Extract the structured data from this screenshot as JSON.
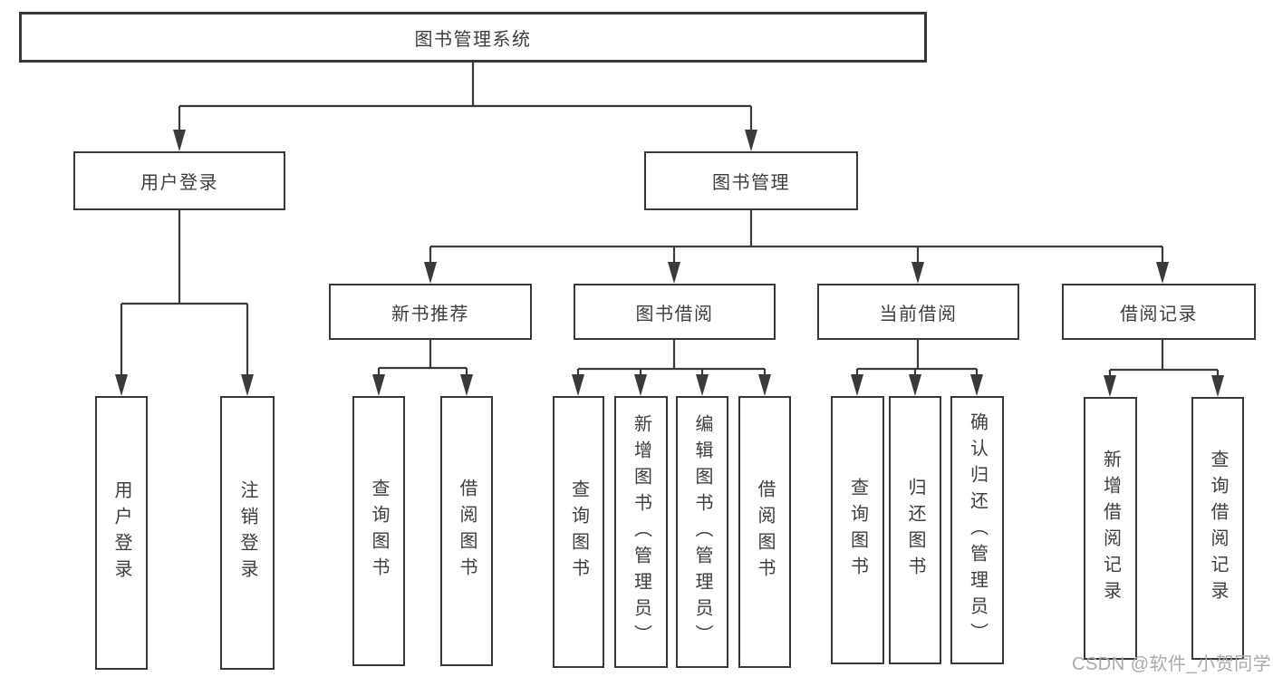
{
  "diagram": {
    "type": "hierarchy-tree",
    "tree": {
      "label": "图书管理系统",
      "children": [
        {
          "label": "用户登录",
          "children": [
            {
              "label": "用户登录"
            },
            {
              "label": "注销登录"
            }
          ]
        },
        {
          "label": "图书管理",
          "children": [
            {
              "label": "新书推荐",
              "children": [
                {
                  "label": "查询图书"
                },
                {
                  "label": "借阅图书"
                }
              ]
            },
            {
              "label": "图书借阅",
              "children": [
                {
                  "label": "查询图书"
                },
                {
                  "label": "新增图书（管理员）"
                },
                {
                  "label": "编辑图书（管理员）"
                },
                {
                  "label": "借阅图书"
                }
              ]
            },
            {
              "label": "当前借阅",
              "children": [
                {
                  "label": "查询图书"
                },
                {
                  "label": "归还图书"
                },
                {
                  "label": "确认归还（管理员）"
                }
              ]
            },
            {
              "label": "借阅记录",
              "children": [
                {
                  "label": "新增借阅记录"
                },
                {
                  "label": "查询借阅记录"
                }
              ]
            }
          ]
        }
      ]
    },
    "watermark": "CSDN @软件_小贺同学",
    "colors": {
      "line": "#3a3a3a",
      "box_border": "#383838",
      "text": "#3e3e3e",
      "background": "#ffffff",
      "watermark": "#ababab"
    }
  }
}
